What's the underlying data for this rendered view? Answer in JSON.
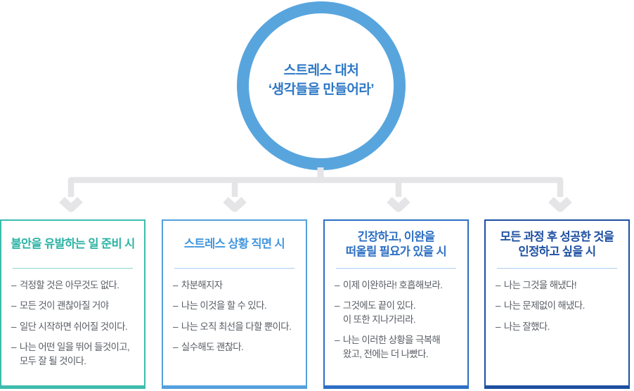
{
  "circle": {
    "line1": "스트레스 대처",
    "line2": "‘생각들을 만들어라’",
    "ring_color": "#58a5de",
    "text_color": "#2d77c5"
  },
  "connector": {
    "color": "#e5e5e7"
  },
  "bullet": "–",
  "cards": [
    {
      "title_line1": "불안을 유발하는 일 준비 시",
      "title_line2": "",
      "accent": "#3dbcae",
      "title_color": "#2bb3a4",
      "divider_color": "#8ed8d0",
      "items": [
        "걱정할 것은 아무것도 없다.",
        "모든 것이 괜찮아질 거야",
        "일단 시작하면 쉬어질 것이다.",
        "나는 어떤 일을 뛰어 들것이고,\n모두 잘 될 것이다."
      ]
    },
    {
      "title_line1": "스트레스 상황 직면 시",
      "title_line2": "",
      "accent": "#55a0dd",
      "title_color": "#4497dd",
      "divider_color": "#a9cdf0",
      "items": [
        "차분해지자",
        "나는 이것을 할 수 있다.",
        "나는 오직 최선을 다할 뿐이다.",
        "실수해도 괜찮다."
      ]
    },
    {
      "title_line1": "긴장하고, 이완을",
      "title_line2": "떠올릴 필요가 있을 시",
      "accent": "#2d6fc4",
      "title_color": "#2d6fc4",
      "divider_color": "#a9cdf0",
      "items": [
        "이제 이완하라! 호흡해보라.",
        "그것에도 끝이 있다.\n이 또한 지나가리라.",
        "나는 이러한 상황을 극복해\n왔고, 전에는 더 나빴다."
      ]
    },
    {
      "title_line1": "모든 과정 후 성공한 것을",
      "title_line2": "인정하고 싶을 시",
      "accent": "#1d4fa1",
      "title_color": "#1d4fa1",
      "divider_color": "#a9cdf0",
      "items": [
        "나는 그것을 해냈다!",
        "나는 문제없이 해냈다.",
        "나는 잘했다."
      ]
    }
  ]
}
